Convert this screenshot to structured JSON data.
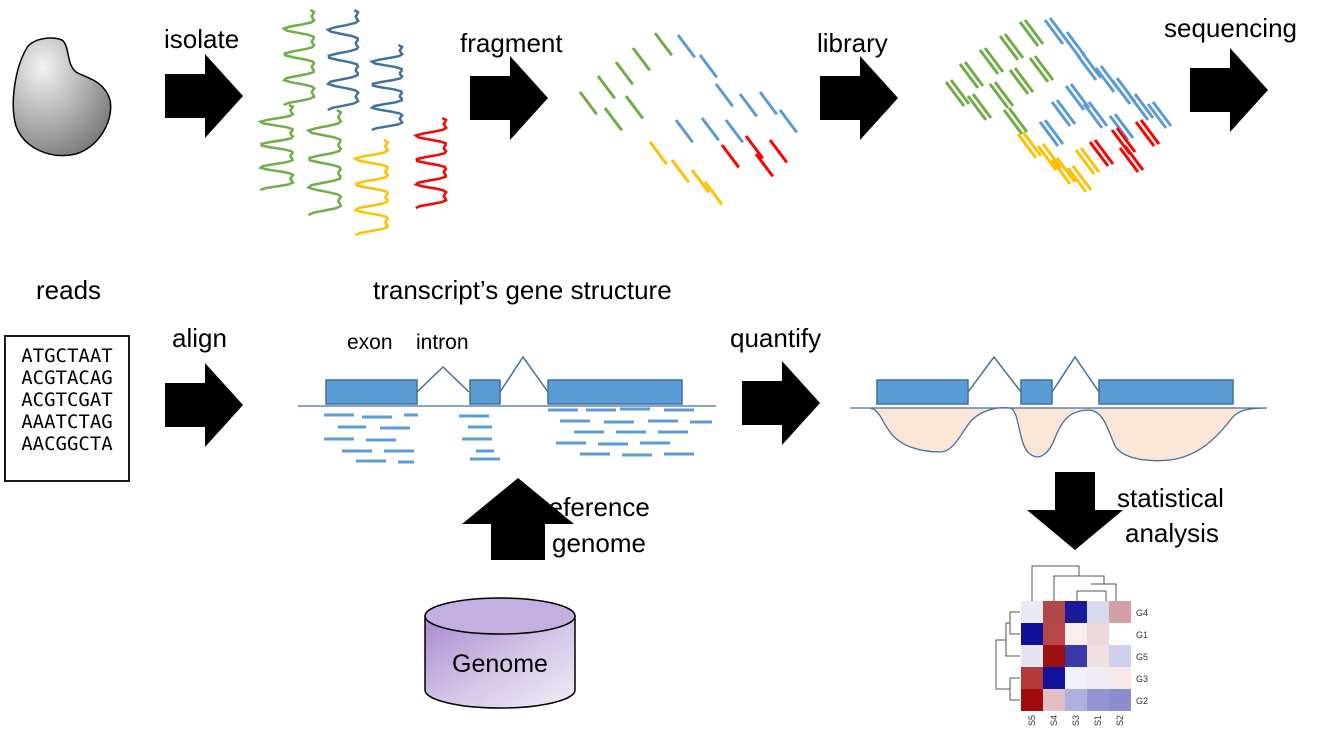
{
  "steps": {
    "isolate": "isolate",
    "fragment": "fragment",
    "library": "library",
    "sequencing": "sequencing",
    "reads": "reads",
    "align": "align",
    "quantify": "quantify",
    "statistical_line1": "statistical",
    "statistical_line2": "analysis",
    "reference_line1": "reference",
    "reference_line2": "genome"
  },
  "reads_box": {
    "sequences": [
      "ATGCTAAT",
      "ACGTACAG",
      "ACGTCGAT",
      "AAATCTAG",
      "AACGGCTA"
    ]
  },
  "gene_structure": {
    "title": "transcript’s gene structure",
    "exon_label": "exon",
    "intron_label": "intron"
  },
  "genome_db": {
    "label": "Genome"
  },
  "heatmap": {
    "rows": [
      "G4",
      "G1",
      "G5",
      "G3",
      "G2"
    ],
    "cols": [
      "S5",
      "S4",
      "S3",
      "S1",
      "S2"
    ],
    "cells": [
      [
        "#e8e8f4",
        "#b04848",
        "#1a1a9a",
        "#d8d8ee",
        "#d4a0a8"
      ],
      [
        "#10109a",
        "#b84848",
        "#f8eeee",
        "#ecd8dc",
        "#ffffff"
      ],
      [
        "#e4e4f2",
        "#9c1010",
        "#3a3aa8",
        "#f0e0e2",
        "#d0d0ec"
      ],
      [
        "#b43a3a",
        "#12129c",
        "#f0f0f8",
        "#f0eaf2",
        "#f6e8e8"
      ],
      [
        "#a00c0c",
        "#e0c0c4",
        "#b0b0e0",
        "#9494d4",
        "#8c8cd0"
      ]
    ]
  },
  "colors": {
    "green": "#70ad47",
    "blue": "#5b9bd5",
    "navy": "#44729e",
    "yellow": "#ffc000",
    "red": "#ff0000",
    "exon_fill": "#5b9bd5",
    "coverage_fill": "#fbe5d6",
    "cylinder_fill": "#b4a0d4"
  }
}
